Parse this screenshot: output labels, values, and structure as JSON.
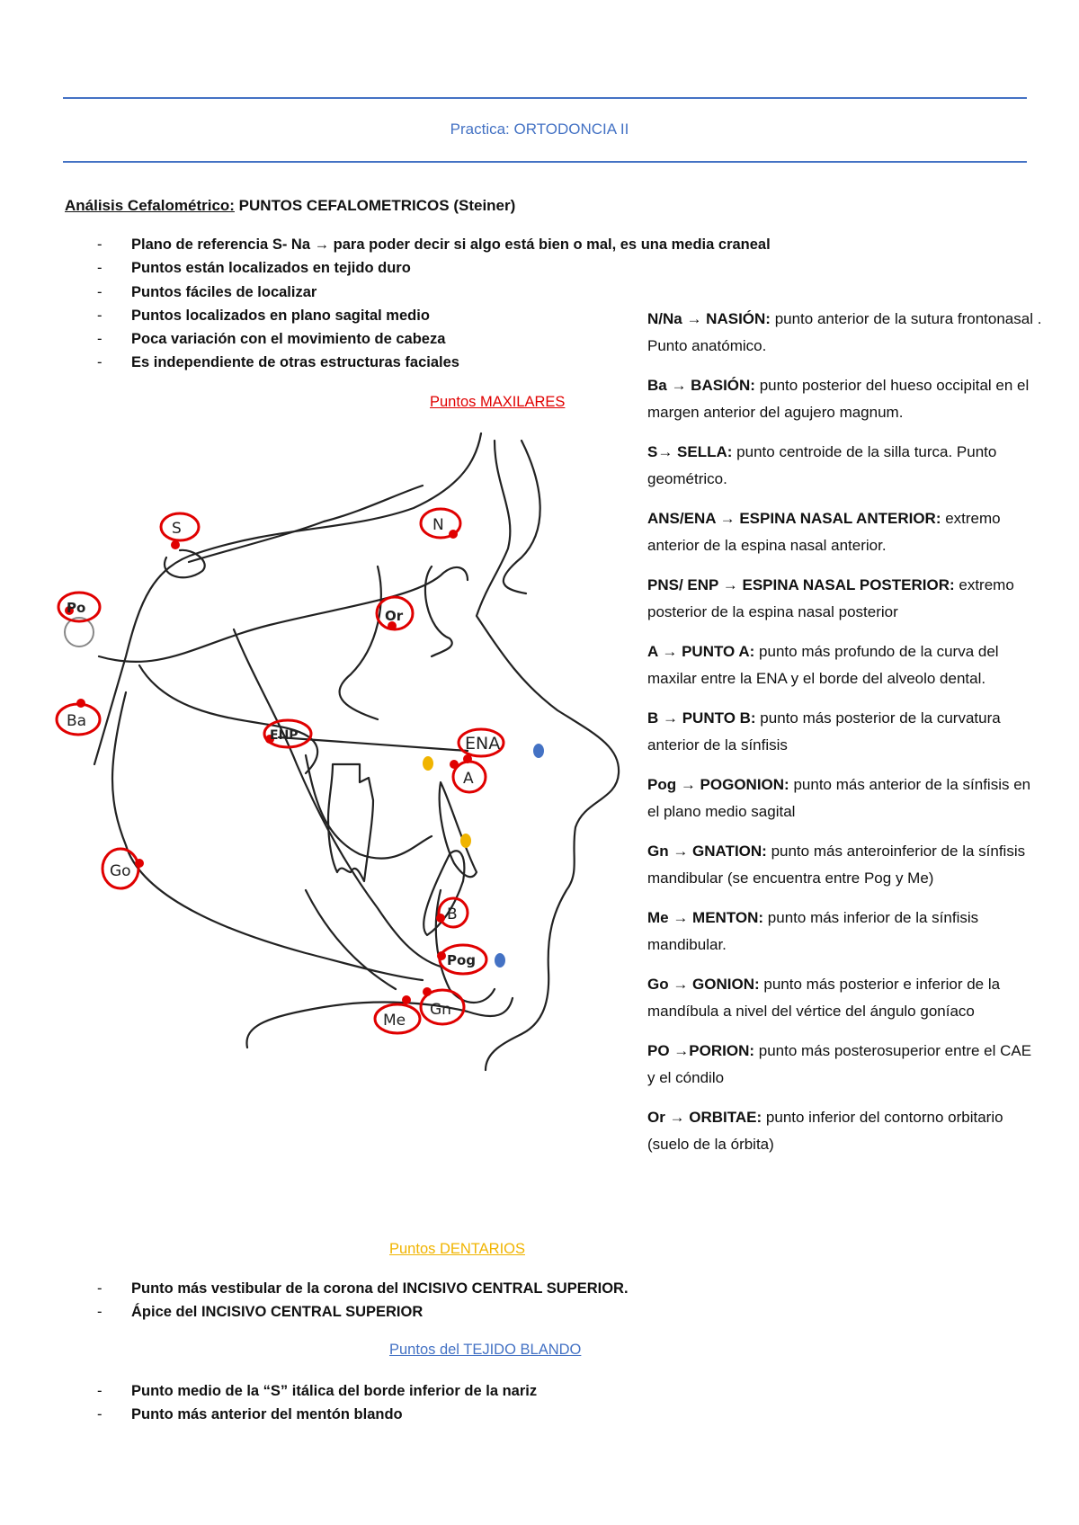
{
  "header": {
    "title": "Practica: ORTODONCIA II"
  },
  "heading": {
    "underlined": "Análisis Cefalométrico:",
    "rest": " PUNTOS CEFALOMETRICOS (Steiner)"
  },
  "intro_bullets": [
    "Plano de referencia S- Na → para poder decir si algo está bien o mal, es una media craneal",
    "Puntos están localizados en tejido duro",
    "Puntos fáciles de localizar",
    "Puntos localizados en plano sagital medio",
    "Poca variación con el movimiento de cabeza",
    "Es independiente de otras estructuras faciales"
  ],
  "sections": {
    "maxilares": "Puntos MAXILARES",
    "dentarios": "Puntos DENTARIOS",
    "tejido_blando": "Puntos del TEJIDO BLANDO"
  },
  "section_colors": {
    "maxilares": "#e00000",
    "dentarios": "#f0b400",
    "tejido_blando": "#4472c4",
    "rule": "#4472c4"
  },
  "diagram": {
    "labels": {
      "S": "S",
      "N": "N",
      "Po": "Po",
      "Or": "Or",
      "Ba": "Ba",
      "ENP": "ENP",
      "ENA": "ENA",
      "A": "A",
      "Go": "Go",
      "B": "B",
      "Pog": "Pog",
      "Me": "Me",
      "Gn": "Gn"
    },
    "marker_colors": {
      "landmark": "#e00000",
      "dental": "#f0b400",
      "soft_tissue": "#4472c4"
    }
  },
  "definitions": [
    {
      "term": "N/Na → NASIÓN:",
      "text": " punto anterior de la sutura frontonasal . Punto anatómico."
    },
    {
      "term": "Ba → BASIÓN:",
      "text": " punto posterior del hueso occipital en el margen anterior del agujero magnum."
    },
    {
      "term": "S→ SELLA:",
      "text": " punto centroide de la silla turca. Punto geométrico."
    },
    {
      "term": "ANS/ENA → ESPINA NASAL ANTERIOR:",
      "text": " extremo anterior de la espina nasal anterior."
    },
    {
      "term": "PNS/ ENP → ESPINA NASAL POSTERIOR:",
      "text": " extremo posterior de la espina nasal posterior"
    },
    {
      "term": "A → PUNTO A:",
      "text": " punto más profundo de la curva del maxilar entre la ENA y el borde del alveolo dental."
    },
    {
      "term": "B → PUNTO B:",
      "text": " punto más posterior de la curvatura anterior de la sínfisis"
    },
    {
      "term": "Pog → POGONION:",
      "text": " punto más anterior de la sínfisis en el plano medio sagital"
    },
    {
      "term": "Gn → GNATION:",
      "text": " punto más anteroinferior de la sínfisis mandibular (se encuentra entre Pog y Me)"
    },
    {
      "term": "Me → MENTON:",
      "text": " punto más inferior de la sínfisis mandibular."
    },
    {
      "term": "Go → GONION:",
      "text": " punto más posterior e inferior de la mandíbula a nivel del vértice del ángulo goníaco"
    },
    {
      "term": "PO →PORION:",
      "text": " punto más posterosuperior entre el CAE y el cóndilo"
    },
    {
      "term": "Or → ORBITAE:",
      "text": " punto inferior del contorno orbitario (suelo de la órbita)"
    }
  ],
  "dental_bullets": [
    "Punto más vestibular de la corona del INCISIVO CENTRAL SUPERIOR.",
    "Ápice del INCISIVO CENTRAL SUPERIOR"
  ],
  "soft_tissue_bullets": [
    "Punto medio de la “S” itálica del borde inferior de la nariz",
    "Punto más anterior del mentón blando"
  ]
}
